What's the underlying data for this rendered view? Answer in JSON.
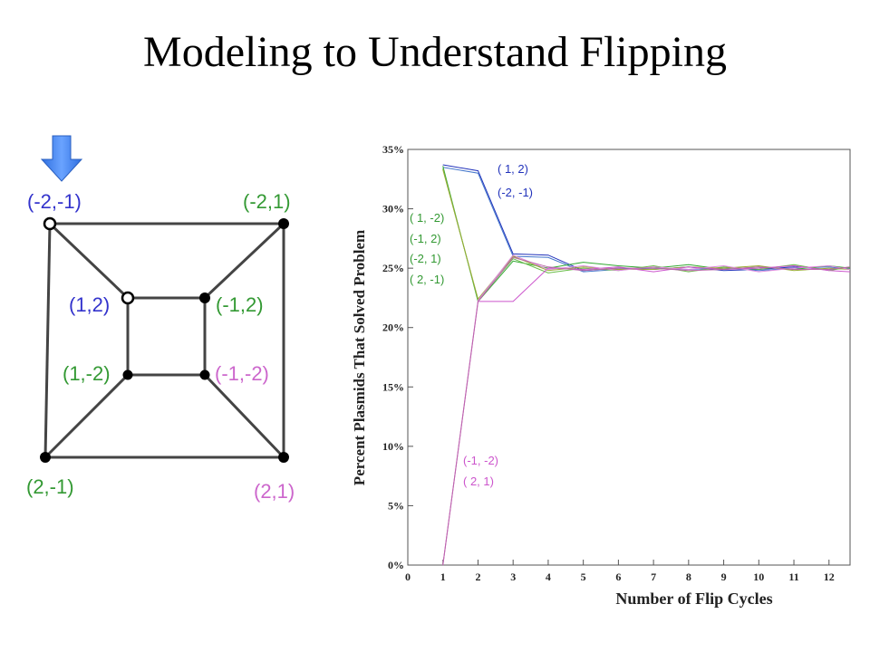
{
  "slide": {
    "title": "Modeling to Understand Flipping"
  },
  "graph": {
    "indicator": "blue-down-arrow",
    "vertices": [
      {
        "id": "outer-top-left",
        "label": "(-2,-1)",
        "color": "#3333cc",
        "filled": false
      },
      {
        "id": "outer-top-right",
        "label": "(-2,1)",
        "color": "#339933",
        "filled": true
      },
      {
        "id": "inner-top-left",
        "label": "(1,2)",
        "color": "#3333cc",
        "filled": false
      },
      {
        "id": "inner-top-right",
        "label": "(-1,2)",
        "color": "#339933",
        "filled": true
      },
      {
        "id": "inner-bottom-left",
        "label": "(1,-2)",
        "color": "#339933",
        "filled": true
      },
      {
        "id": "inner-bottom-right",
        "label": "(-1,-2)",
        "color": "#cc66cc",
        "filled": true
      },
      {
        "id": "outer-bottom-left",
        "label": "(2,-1)",
        "color": "#339933",
        "filled": true
      },
      {
        "id": "outer-bottom-right",
        "label": "(2,1)",
        "color": "#cc66cc",
        "filled": true
      }
    ]
  },
  "chart_data": {
    "type": "line",
    "xlabel": "Number of Flip Cycles",
    "ylabel": "Percent Plasmids That Solved Problem",
    "xlim": [
      0,
      12.6
    ],
    "ylim": [
      0,
      35
    ],
    "x_ticks": [
      0,
      1,
      2,
      3,
      4,
      5,
      6,
      7,
      8,
      9,
      10,
      11,
      12
    ],
    "y_ticks": [
      {
        "value": 0,
        "label": "0%"
      },
      {
        "value": 5,
        "label": "5%"
      },
      {
        "value": 10,
        "label": "10%"
      },
      {
        "value": 15,
        "label": "15%"
      },
      {
        "value": 20,
        "label": "20%"
      },
      {
        "value": 25,
        "label": "25%"
      },
      {
        "value": 30,
        "label": "30%"
      },
      {
        "value": 35,
        "label": "35%"
      }
    ],
    "series": [
      {
        "color": "#2233bb",
        "x": [
          1,
          2,
          3,
          4,
          5,
          6,
          7,
          8,
          9,
          10,
          11,
          12,
          12.6
        ],
        "y": [
          33.7,
          33.2,
          26.2,
          26.1,
          24.8,
          25.0,
          24.9,
          25.1,
          24.8,
          24.9,
          25.1,
          24.9,
          25.0
        ]
      },
      {
        "color": "#4477cc",
        "x": [
          1,
          2,
          3,
          4,
          5,
          6,
          7,
          8,
          9,
          10,
          11,
          12,
          12.6
        ],
        "y": [
          33.5,
          33.0,
          26.0,
          25.9,
          24.7,
          24.9,
          25.0,
          24.9,
          25.0,
          24.8,
          25.0,
          25.1,
          24.9
        ]
      },
      {
        "color": "#33aa33",
        "x": [
          1,
          2,
          3,
          4,
          5,
          6,
          7,
          8,
          9,
          10,
          11,
          12,
          12.6
        ],
        "y": [
          33.6,
          22.2,
          25.6,
          25.0,
          25.5,
          25.2,
          25.0,
          25.3,
          24.9,
          25.1,
          24.9,
          25.2,
          25.0
        ]
      },
      {
        "color": "#66bb44",
        "x": [
          1,
          2,
          3,
          4,
          5,
          6,
          7,
          8,
          9,
          10,
          11,
          12,
          12.6
        ],
        "y": [
          33.4,
          22.3,
          25.8,
          24.6,
          25.0,
          24.8,
          25.2,
          24.7,
          25.1,
          24.9,
          25.3,
          24.8,
          25.1
        ]
      },
      {
        "color": "#99aa33",
        "x": [
          1,
          2,
          3,
          4,
          5,
          6,
          7,
          8,
          9,
          10,
          11,
          12,
          12.6
        ],
        "y": [
          33.3,
          22.4,
          26.0,
          24.8,
          25.1,
          24.9,
          24.9,
          25.1,
          25.0,
          25.2,
          24.8,
          25.0,
          24.9
        ]
      },
      {
        "color": "#cc55cc",
        "x": [
          1,
          2,
          3,
          4,
          5,
          6,
          7,
          8,
          9,
          10,
          11,
          12,
          12.6
        ],
        "y": [
          0,
          22.2,
          22.2,
          25.0,
          24.9,
          25.1,
          24.7,
          25.1,
          24.9,
          25.0,
          25.2,
          24.8,
          24.7
        ]
      },
      {
        "color": "#dd88dd",
        "x": [
          1,
          2,
          3,
          4,
          5,
          6,
          7,
          8,
          9,
          10,
          11,
          12,
          12.6
        ],
        "y": [
          0,
          22.3,
          26.1,
          24.9,
          25.2,
          24.8,
          25.1,
          24.9,
          25.2,
          24.7,
          25.0,
          25.2,
          24.9
        ]
      },
      {
        "color": "#bb66aa",
        "x": [
          1,
          2,
          3,
          4,
          5,
          6,
          7,
          8,
          9,
          10,
          11,
          12,
          12.6
        ],
        "y": [
          0,
          22.2,
          25.9,
          25.1,
          24.8,
          25.0,
          25.0,
          24.8,
          24.9,
          25.1,
          24.9,
          24.9,
          25.1
        ]
      }
    ],
    "annotations": [
      {
        "id": "blue-group-1",
        "text": "( 1,  2)",
        "color": "#2233bb"
      },
      {
        "id": "blue-group-2",
        "text": "(-2, -1)",
        "color": "#2233bb"
      },
      {
        "id": "green-group-1",
        "text": "( 1, -2)",
        "color": "#339933"
      },
      {
        "id": "green-group-2",
        "text": "(-1,  2)",
        "color": "#339933"
      },
      {
        "id": "green-group-3",
        "text": "(-2,  1)",
        "color": "#339933"
      },
      {
        "id": "green-group-4",
        "text": "( 2, -1)",
        "color": "#339933"
      },
      {
        "id": "pink-group-1",
        "text": "(-1, -2)",
        "color": "#cc55cc"
      },
      {
        "id": "pink-group-2",
        "text": "( 2,  1)",
        "color": "#cc55cc"
      }
    ]
  }
}
